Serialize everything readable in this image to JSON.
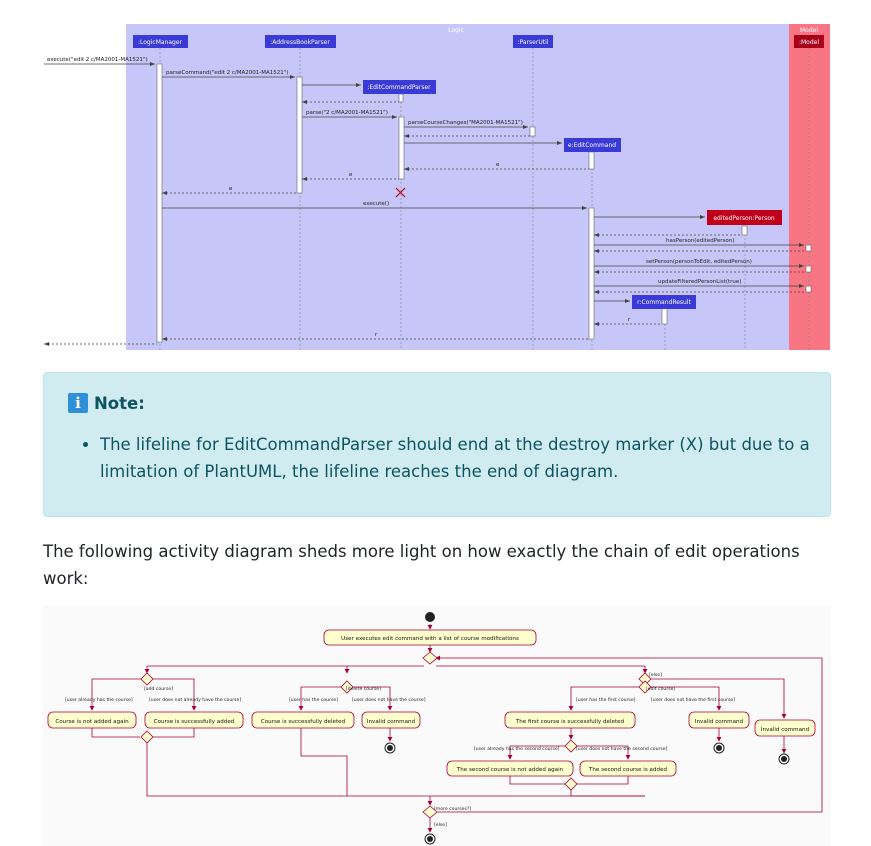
{
  "sequence": {
    "boxes": {
      "logic": "Logic",
      "model": "Model"
    },
    "participants": {
      "logic_manager": ":LogicManager",
      "address_book_parser": ":AddressBookParser",
      "parser_util": ":ParserUtil",
      "model": ":Model",
      "edit_command_parser": ":EditCommandParser",
      "edit_command": "e:EditCommand",
      "edited_person": "editedPerson:Person",
      "command_result": "r:CommandResult"
    },
    "messages": {
      "execute_call": "execute(\"edit 2 c/MA2001-MA1521\")",
      "parse_command": "parseCommand(\"edit 2 c/MA2001-MA1521\")",
      "parse": "parse(\"2 c/MA2001-MA1521\")",
      "parse_course_changes": "parseCourseChanges(\"MA2001-MA1521\")",
      "return_e1": "e",
      "return_e2": "e",
      "return_e3": "e",
      "execute": "execute()",
      "has_person": "hasPerson(editedPerson)",
      "set_person": "setPerson(personToEdit, editedPerson)",
      "update_filtered": "updateFilteredPersonList(true)",
      "return_r1": "r",
      "return_r2": "r"
    },
    "colors": {
      "logic_box": "#c6c6f8",
      "model_box": "#f87584",
      "participant": "#3a3ad6",
      "created_red": "#c0001a"
    }
  },
  "note": {
    "title": "Note:",
    "icon": "info-icon",
    "items": [
      "The lifeline for EditCommandParser should end at the destroy marker (X) but due to a limitation of PlantUML, the lifeline reaches the end of diagram."
    ]
  },
  "paragraph": "The following activity diagram sheds more light on how exactly the chain of edit operations work:",
  "activity": {
    "start_action": "User executes edit command with a list of course modifications",
    "guards": {
      "add_course": "[add course]",
      "delete_course": "[delete course]",
      "else_top": "[else]",
      "edit_course": "[edit course]",
      "user_has_course_already": "[user already has the course]",
      "user_not_have_course_add": "[user does not already have the course]",
      "user_has_course": "[user has the course]",
      "user_not_have_course": "[user does not have the course]",
      "user_has_first": "[user has the first course]",
      "user_not_have_first": "[user does not have the first course]",
      "user_has_second": "[user already has the second course]",
      "user_not_have_second": "[user does not have the second course]",
      "more_courses": "[more courses?]",
      "else_bottom": "[else]"
    },
    "actions": {
      "not_added_again": "Course is not added again",
      "successfully_added": "Course is successfully added",
      "successfully_deleted": "Course is successfully deleted",
      "invalid_1": "Invalid command",
      "first_deleted": "The first course is successfully deleted",
      "invalid_2": "Invalid command",
      "invalid_3": "Invalid command",
      "second_not_added": "The second course is not added again",
      "second_added": "The second course is added"
    }
  }
}
